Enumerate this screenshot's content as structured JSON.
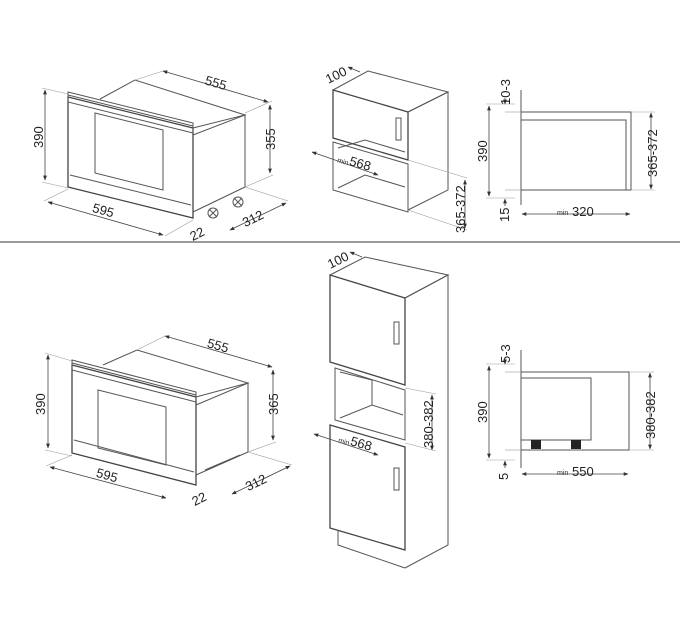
{
  "diagram": {
    "colors": {
      "line": "#555555",
      "divider": "#9a9a9a",
      "background": "#ffffff"
    },
    "top_row": {
      "oven_iso": {
        "width": "595",
        "depth": "555",
        "height": "390",
        "body_height": "355",
        "side_depth": "312",
        "front_offset": "22"
      },
      "wall_cabinet": {
        "top_gap": "100",
        "min_width_prefix": "min",
        "min_width": "568",
        "niche_height": "365-372"
      },
      "side_section": {
        "top_gap": "10-3",
        "height": "390",
        "niche_height": "365-372",
        "bottom_gap": "15",
        "min_depth_prefix": "min",
        "min_depth": "320"
      }
    },
    "bottom_row": {
      "oven_iso": {
        "width": "595",
        "depth": "555",
        "height": "390",
        "body_height": "365",
        "side_depth": "312",
        "front_offset": "22"
      },
      "tall_cabinet": {
        "top_gap": "100",
        "min_width_prefix": "min",
        "min_width": "568",
        "niche_height": "380-382"
      },
      "side_section": {
        "top_gap": "5-3",
        "height": "390",
        "niche_height": "380-382",
        "bottom_gap": "5",
        "min_depth_prefix": "min",
        "min_depth": "550"
      }
    }
  }
}
